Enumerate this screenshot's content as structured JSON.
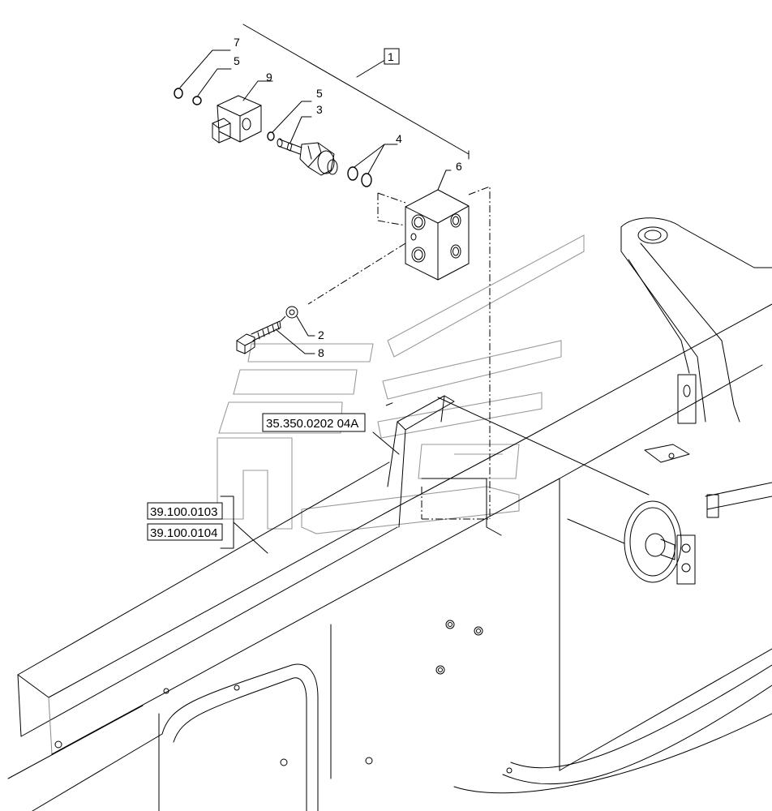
{
  "callouts": {
    "item1": "1",
    "item2": "2",
    "item3": "3",
    "item4": "4",
    "item5a": "5",
    "item5b": "5",
    "item6": "6",
    "item7": "7",
    "item8": "8",
    "item9": "9"
  },
  "references": {
    "ref_a": "35.350.0202 04A",
    "ref_b": "39.100.0103",
    "ref_c": "39.100.0104"
  }
}
